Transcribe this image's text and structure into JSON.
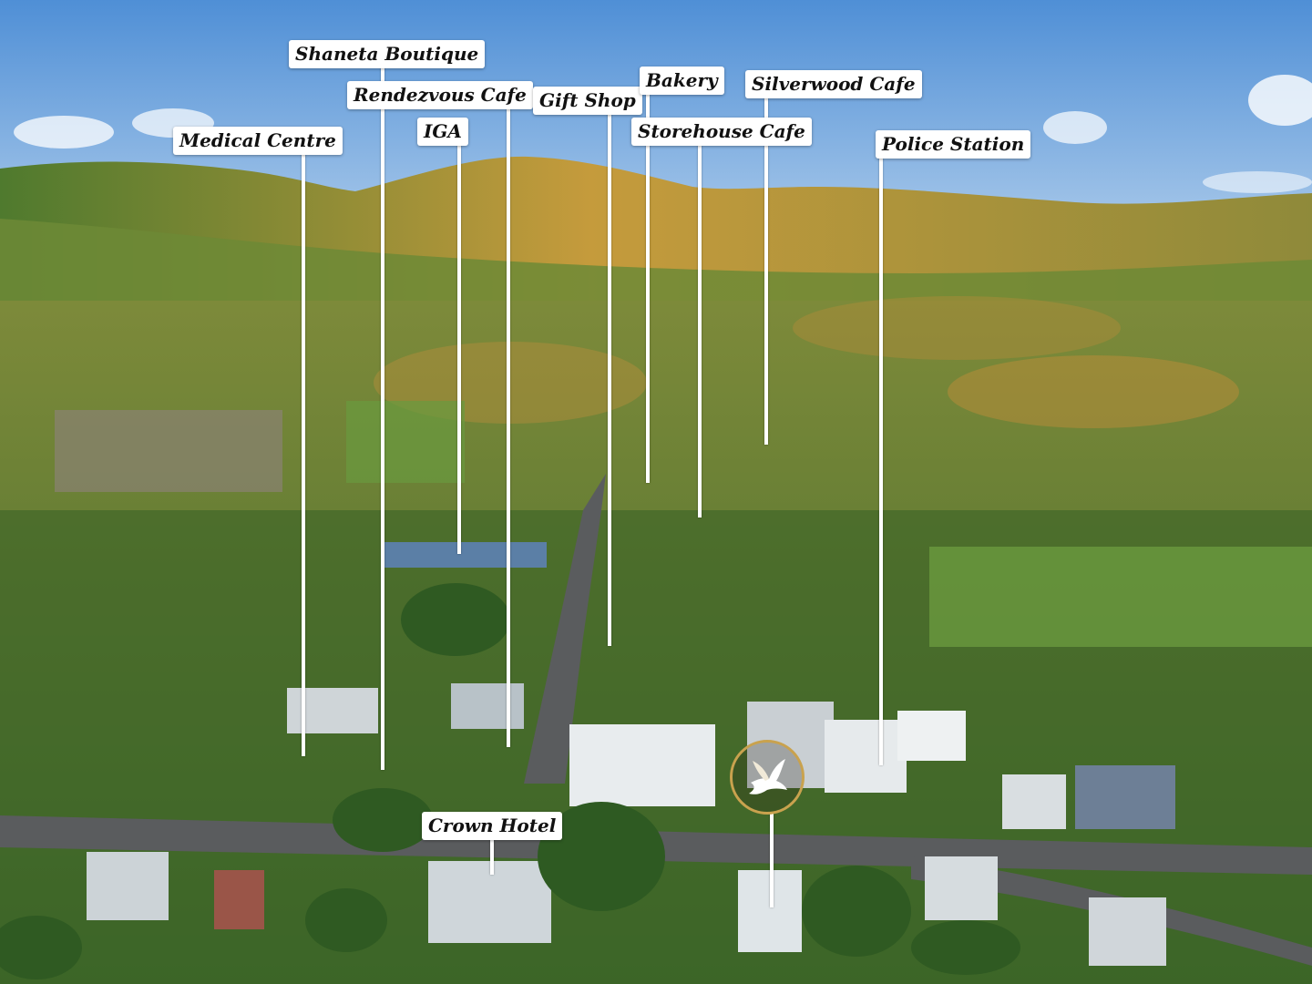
{
  "labels": [
    {
      "id": "shaneta-boutique",
      "text": "Shaneta Boutique"
    },
    {
      "id": "rendezvous-cafe",
      "text": "Rendezvous Cafe"
    },
    {
      "id": "iga",
      "text": "IGA"
    },
    {
      "id": "medical-centre",
      "text": "Medical Centre"
    },
    {
      "id": "gift-shop",
      "text": "Gift Shop"
    },
    {
      "id": "bakery",
      "text": "Bakery"
    },
    {
      "id": "storehouse-cafe",
      "text": "Storehouse Cafe"
    },
    {
      "id": "silverwood-cafe",
      "text": "Silverwood Cafe"
    },
    {
      "id": "police-station",
      "text": "Police Station"
    },
    {
      "id": "crown-hotel",
      "text": "Crown Hotel"
    }
  ],
  "logo": {
    "icon": "dove-icon",
    "ring_color": "#c9a24e"
  },
  "colors": {
    "sky": "#6fa4d9",
    "hills_lit": "#b99a3a",
    "foliage": "#3e6b2a",
    "road": "#5a5c5e",
    "label_bg": "#ffffff"
  }
}
